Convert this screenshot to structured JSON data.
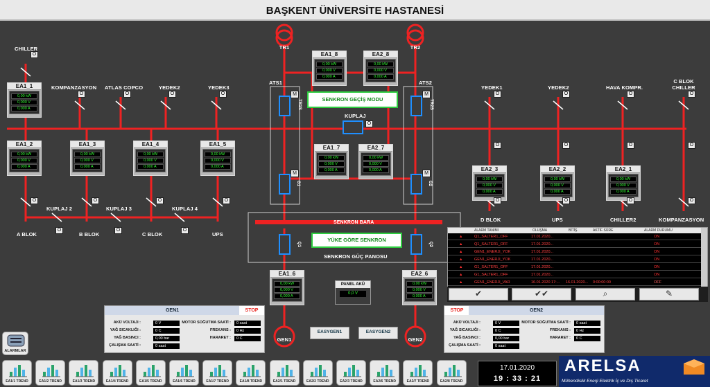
{
  "title": "BAŞKENT ÜNİVERSİTE HASTANESİ",
  "transformers": {
    "tr1": "TR1",
    "tr2": "TR2"
  },
  "ats": {
    "ats1": "ATS1",
    "ats2": "ATS2"
  },
  "top_loads": {
    "chiller": "CHILLER",
    "kompanzasyon": "KOMPANZASYON",
    "atlas": "ATLAS COPCO",
    "yedek2": "YEDEK2",
    "yedek3": "YEDEK3"
  },
  "right_loads": {
    "yedek1": "YEDEK1",
    "yedek2": "YEDEK2",
    "hava": "HAVA KOMPR.",
    "cblok": "C BLOK CHILLER"
  },
  "state_o": "O",
  "mflag": "M",
  "meters": {
    "ea1_1": {
      "title": "EA1_1",
      "kw": "0,00 kW",
      "v": "0,000 V",
      "a": "0,000 A"
    },
    "ea1_2": {
      "title": "EA1_2",
      "kw": "0,00 kW",
      "v": "0,000 V",
      "a": "0,000 A"
    },
    "ea1_3": {
      "title": "EA1_3",
      "kw": "0,00 kW",
      "v": "0,000 V",
      "a": "0,000 A"
    },
    "ea1_4": {
      "title": "EA1_4",
      "kw": "0,00 kW",
      "v": "0,000 V",
      "a": "0,000 A"
    },
    "ea1_5": {
      "title": "EA1_5",
      "kw": "0,00 kW",
      "v": "0,000 V",
      "a": "0,000 A"
    },
    "ea1_8": {
      "title": "EA1_8",
      "kw": "0,00 kW",
      "v": "0,000 V",
      "a": "0,000 A"
    },
    "ea2_8": {
      "title": "EA2_8",
      "kw": "0,00 kW",
      "v": "0,000 V",
      "a": "0,000 A"
    },
    "ea1_7": {
      "title": "EA1_7",
      "kw": "0,00 kW",
      "v": "0,000 V",
      "a": "0,000 A"
    },
    "ea2_7": {
      "title": "EA2_7",
      "kw": "0,00 kW",
      "v": "0,000 V",
      "a": "0,000 A"
    },
    "ea2_3": {
      "title": "EA2_3",
      "kw": "0,00 kW",
      "v": "0,000 V",
      "a": "0,000 A"
    },
    "ea2_2": {
      "title": "EA2_2",
      "kw": "0,00 kW",
      "v": "0,000 V",
      "a": "0,000 A"
    },
    "ea2_1": {
      "title": "EA2_1",
      "kw": "0,00 kW",
      "v": "0,000 V",
      "a": "0,000 A"
    },
    "ea1_6": {
      "title": "EA1_6",
      "kw": "0,00 kW",
      "v": "0,000 V",
      "a": "0,000 A"
    },
    "ea2_6": {
      "title": "EA2_6",
      "kw": "0,00 kW",
      "v": "0,000 V",
      "a": "0,000 A"
    }
  },
  "buttons": {
    "senkron_gecis": "SENKRON GEÇİŞ MODU",
    "yuke_gore": "YÜKE GÖRE SENKRON"
  },
  "kuplaj": "KUPLAJ",
  "kuplaj_labels": [
    "KUPLAJ 2",
    "KUPLAJ 3",
    "KUPLAJ 4"
  ],
  "breakers": {
    "tr1s": "TR1S",
    "tr2s": "TR2S",
    "g1": "G1",
    "g2": "G2"
  },
  "bottom_loads_left": [
    "A BLOK",
    "B BLOK",
    "C BLOK",
    "UPS"
  ],
  "bottom_loads_right": [
    "D BLOK",
    "UPS",
    "CHILLER2",
    "KOMPANZASYON"
  ],
  "senkron": {
    "bara": "SENKRON BARA",
    "pano": "SENKRON GÜÇ PANOSU"
  },
  "panel_aku": {
    "title": "PANEL AKÜ",
    "value": "0,0 V"
  },
  "gen1": {
    "title": "GEN1",
    "status": "STOP",
    "label": "GEN1",
    "fields": [
      [
        "AKÜ VOLTAJI :",
        "0 V"
      ],
      [
        "YAĞ SICAKLIĞI :",
        "0 C"
      ],
      [
        "YAĞ BASINCI :",
        "0,00 bar"
      ],
      [
        "ÇALIŞMA SAATİ :",
        "0 saat"
      ]
    ],
    "fields_r": [
      [
        "MOTOR SOĞUTMA SAATİ :",
        "0 saat"
      ],
      [
        "FREKANS :",
        "0 Hz"
      ],
      [
        "HARARET :",
        "0 C"
      ]
    ]
  },
  "gen2": {
    "title": "GEN2",
    "status": "STOP",
    "label": "GEN2",
    "fields": [
      [
        "AKÜ VOLTAJI :",
        "0 V"
      ],
      [
        "YAĞ SICAKLIĞI :",
        "0 C"
      ],
      [
        "YAĞ BASINCI :",
        "0,00 bar"
      ],
      [
        "ÇALIŞMA SAATİ :",
        "0 saat"
      ]
    ],
    "fields_r": [
      [
        "MOTOR SOĞUTMA SAATİ :",
        "0 saat"
      ],
      [
        "FREKANS :",
        "0 Hz"
      ],
      [
        "HARARET :",
        "0 C"
      ]
    ]
  },
  "easygen": [
    "EASYGEN1",
    "EASYGEN2"
  ],
  "alarm_table": {
    "headers": [
      "ALARM TANIMI",
      "OLUŞMA",
      "BİTİŞ",
      "AKTİF SÜRE",
      "ALARM DURUMU"
    ],
    "rows": [
      [
        "Q1_SALTER1_OFF",
        "17.01.2020...",
        "",
        "",
        "ON"
      ],
      [
        "Q1_SALTER1_OFF",
        "17.01.2020...",
        "",
        "",
        "ON"
      ],
      [
        "GEN1_ENERJI_YOK",
        "17.01.2020...",
        "",
        "",
        "ON"
      ],
      [
        "GEN1_ENERJI_YOK",
        "17.01.2020...",
        "",
        "",
        "ON"
      ],
      [
        "G1_SALTER1_OFF",
        "17.01.2020...",
        "",
        "",
        "ON"
      ],
      [
        "G1_SALTER1_OFF",
        "17.01.2020...",
        "",
        "",
        "ON"
      ],
      [
        "GEN1_ENERJI_VAR",
        "16.01.2020 17:...",
        "16.01.2020...",
        "0:00:00:00",
        "OFF"
      ]
    ]
  },
  "alarmlar": "ALARMLAR",
  "trends": [
    "EA1/1 TREND",
    "EA1/2 TREND",
    "EA1/3 TREND",
    "EA1/4 TREND",
    "EA1/5 TREND",
    "EA1/6 TREND",
    "EA1/7 TREND",
    "EA1/8 TREND",
    "EA2/1 TREND",
    "EA2/2 TREND",
    "EA2/3 TREND",
    "EA2/6 TREND",
    "EA2/7 TREND",
    "EA2/8 TREND"
  ],
  "clock": {
    "date": "17.01.2020",
    "h": "19",
    "m": "33",
    "s": "21"
  },
  "logo": {
    "name": "ARELSA",
    "tagline": "Mühendislik Enerji Elektrik İç ve Dış Ticaret"
  },
  "colors": {
    "busbar": "#ee2222",
    "breaker": "#1f8fff",
    "bg": "#3c3c3c",
    "value": "#33ff33",
    "stop": "#e8201a"
  }
}
